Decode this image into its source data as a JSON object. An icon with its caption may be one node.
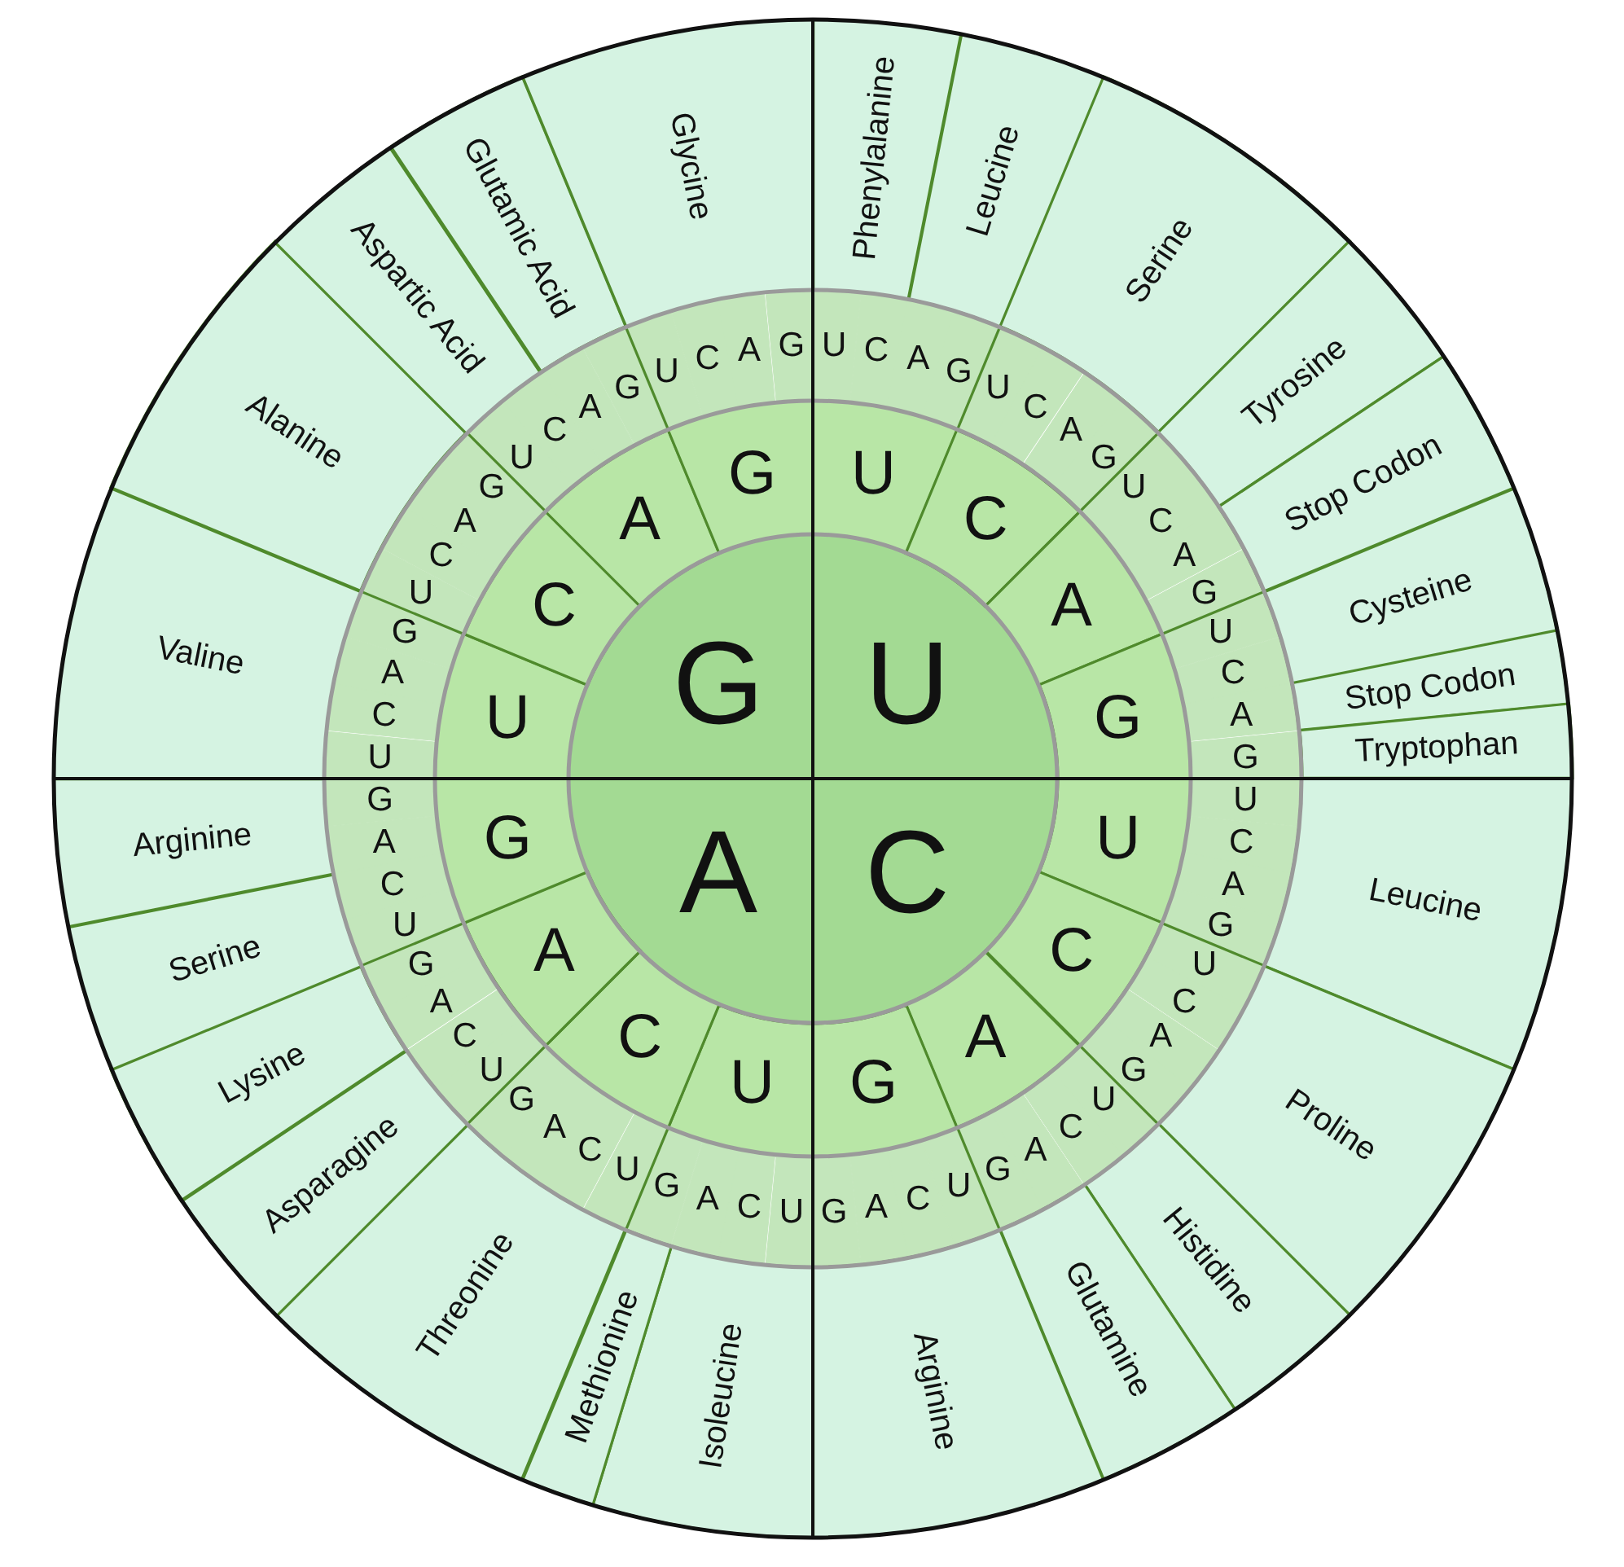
{
  "diagram": {
    "nodes": [
      {
        "text": [
          "U"
        ]
      },
      {
        "text": [
          "C"
        ]
      },
      {
        "text": [
          "A"
        ]
      },
      {
        "text": [
          "G"
        ]
      },
      {
        "text": [
          "U"
        ]
      },
      {
        "text": [
          "C"
        ]
      },
      {
        "text": [
          "A"
        ]
      },
      {
        "text": [
          "G"
        ]
      },
      {
        "text": [
          "U"
        ]
      },
      {
        "text": [
          "C"
        ]
      },
      {
        "text": [
          "A"
        ]
      },
      {
        "text": [
          "G"
        ]
      },
      {
        "text": [
          "U"
        ]
      },
      {
        "text": [
          "C"
        ]
      },
      {
        "text": [
          "A"
        ]
      },
      {
        "text": [
          "G"
        ]
      },
      {
        "text": [
          "U"
        ]
      },
      {
        "text": [
          "C"
        ]
      },
      {
        "text": [
          "A"
        ]
      },
      {
        "text": [
          "G"
        ]
      },
      {
        "text": [
          "U"
        ]
      },
      {
        "text": [
          "C"
        ]
      },
      {
        "text": [
          "A"
        ]
      },
      {
        "text": [
          "G"
        ]
      },
      {
        "text": [
          "U"
        ]
      },
      {
        "text": [
          "C"
        ]
      },
      {
        "text": [
          "A"
        ]
      },
      {
        "text": [
          "G"
        ]
      },
      {
        "text": [
          "U"
        ]
      },
      {
        "text": [
          "C"
        ]
      },
      {
        "text": [
          "A"
        ]
      },
      {
        "text": [
          "G"
        ]
      },
      {
        "text": [
          "U"
        ]
      },
      {
        "text": [
          "C"
        ]
      },
      {
        "text": [
          "A"
        ]
      },
      {
        "text": [
          "G"
        ]
      },
      {
        "text": [
          "U"
        ]
      },
      {
        "text": [
          "C"
        ]
      },
      {
        "text": [
          "A"
        ]
      },
      {
        "text": [
          "G"
        ]
      },
      {
        "text": [
          "U"
        ]
      },
      {
        "text": [
          "C"
        ]
      },
      {
        "text": [
          "A"
        ]
      },
      {
        "text": [
          "G"
        ]
      },
      {
        "text": [
          "U"
        ]
      },
      {
        "text": [
          "C"
        ]
      },
      {
        "text": [
          "A"
        ]
      },
      {
        "text": [
          "G"
        ]
      },
      {
        "text": [
          "U"
        ]
      },
      {
        "text": [
          "C"
        ]
      },
      {
        "text": [
          "A"
        ]
      },
      {
        "text": [
          "G"
        ]
      },
      {
        "text": [
          "U"
        ]
      },
      {
        "text": [
          "C"
        ]
      },
      {
        "text": [
          "A"
        ]
      },
      {
        "text": [
          "G"
        ]
      },
      {
        "text": [
          "U"
        ]
      },
      {
        "text": [
          "C"
        ]
      },
      {
        "text": [
          "A"
        ]
      },
      {
        "text": [
          "G"
        ]
      },
      {
        "text": [
          "U"
        ]
      },
      {
        "text": [
          "C"
        ]
      },
      {
        "text": [
          "A"
        ]
      },
      {
        "text": [
          "G"
        ]
      },
      {
        "text": [
          "U"
        ]
      },
      {
        "text": [
          "C"
        ]
      },
      {
        "text": [
          "A"
        ]
      },
      {
        "text": [
          "G"
        ]
      },
      {
        "text": [
          "U"
        ]
      },
      {
        "text": [
          "C"
        ]
      },
      {
        "text": [
          "A"
        ]
      },
      {
        "text": [
          "G"
        ]
      },
      {
        "text": [
          "U"
        ]
      },
      {
        "text": [
          "C"
        ]
      },
      {
        "text": [
          "A"
        ]
      },
      {
        "text": [
          "G"
        ]
      },
      {
        "text": [
          "U"
        ]
      },
      {
        "text": [
          "C"
        ]
      },
      {
        "text": [
          "A"
        ]
      },
      {
        "text": [
          "G"
        ]
      },
      {
        "text": [
          "U"
        ]
      },
      {
        "text": [
          "C"
        ]
      },
      {
        "text": [
          "A"
        ]
      },
      {
        "text": [
          "G"
        ]
      },
      {
        "text": [
          "Phenylalanine"
        ]
      },
      {
        "text": [
          "Leucine"
        ]
      },
      {
        "text": [
          "Serine"
        ]
      },
      {
        "text": [
          "Tyrosine"
        ]
      },
      {
        "text": [
          "Stop Codon"
        ]
      },
      {
        "text": [
          "Cysteine"
        ]
      },
      {
        "text": [
          "Stop Codon"
        ]
      },
      {
        "text": [
          "Tryptophan"
        ]
      },
      {
        "text": [
          "Leucine"
        ]
      },
      {
        "text": [
          "Proline"
        ]
      },
      {
        "text": [
          "Histidine"
        ]
      },
      {
        "text": [
          "Glutamine"
        ]
      },
      {
        "text": [
          "Arginine"
        ]
      },
      {
        "text": [
          "Isoleucine"
        ]
      },
      {
        "text": [
          "Methionine"
        ]
      },
      {
        "text": [
          "Threonine"
        ]
      },
      {
        "text": [
          "Asparagine"
        ]
      },
      {
        "text": [
          "Lysine"
        ]
      },
      {
        "text": [
          "Serine"
        ]
      },
      {
        "text": [
          "Arginine"
        ]
      },
      {
        "text": [
          "Valine"
        ]
      },
      {
        "text": [
          "Alanine"
        ]
      },
      {
        "text": [
          "Aspartic Acid"
        ]
      },
      {
        "text": [
          "Glutamic Acid"
        ]
      },
      {
        "text": [
          "Glycine"
        ]
      }
    ]
  }
}
